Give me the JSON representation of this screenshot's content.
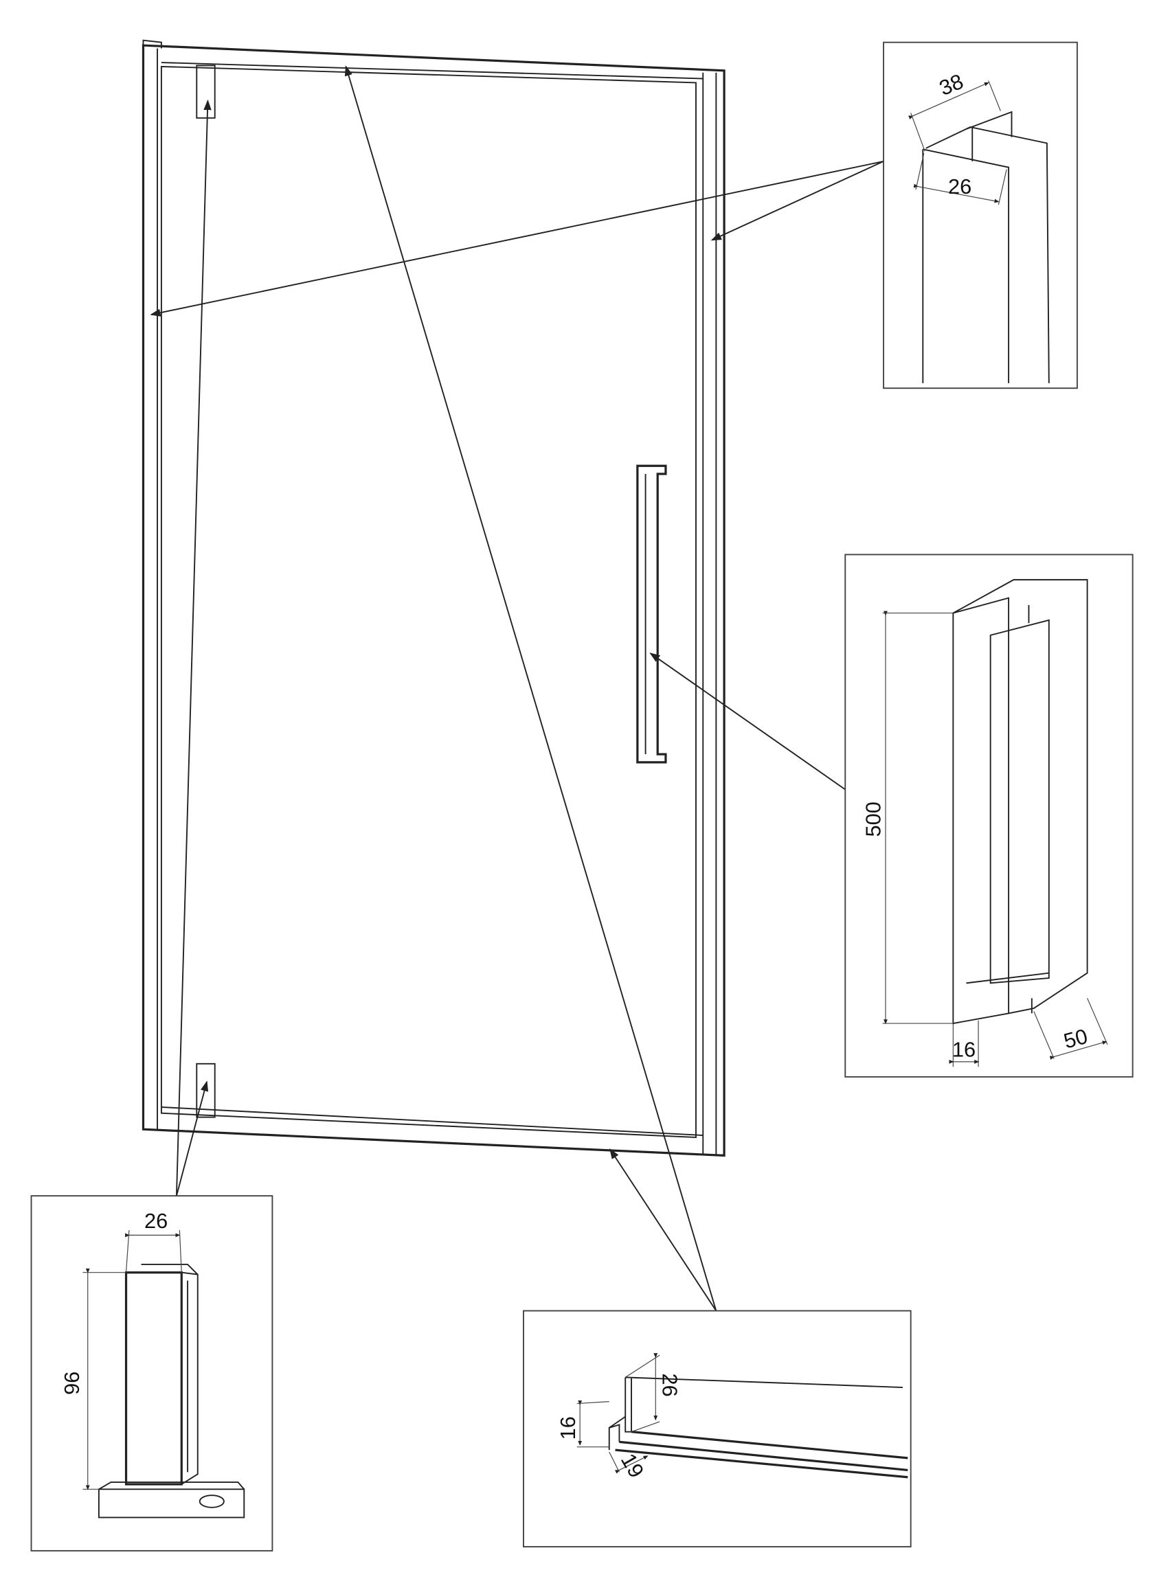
{
  "details": {
    "side_profile": {
      "width_outer": "38",
      "width_inner": "26"
    },
    "handle": {
      "length": "500",
      "thickness": "16",
      "offset": "50"
    },
    "hinge": {
      "width": "26",
      "height": "96"
    },
    "bottom_rail": {
      "height": "26",
      "lip": "16",
      "depth": "19"
    }
  },
  "colors": {
    "line": "#222222",
    "background": "#ffffff"
  }
}
